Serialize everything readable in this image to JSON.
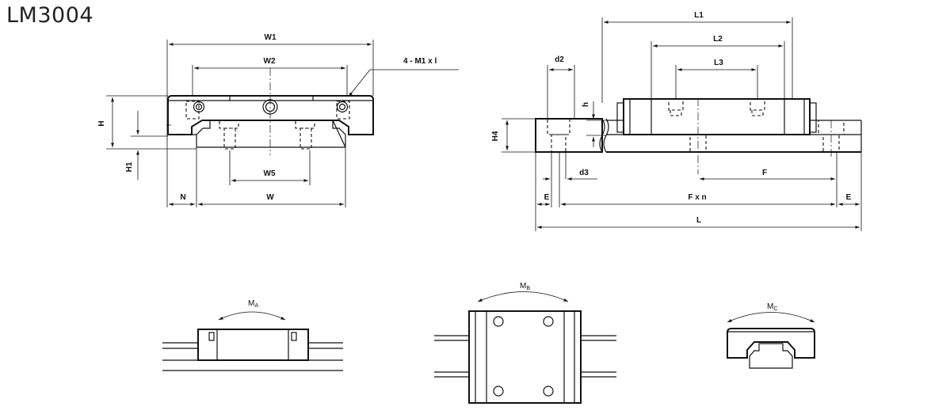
{
  "title": "LM3004",
  "front_view": {
    "dims": {
      "w1": "W1",
      "w2": "W2",
      "bolt": "4 - M1 x l",
      "h": "H",
      "h1": "H1",
      "w5": "W5",
      "n": "N",
      "w": "W"
    }
  },
  "side_view": {
    "dims": {
      "l1": "L1",
      "l2": "L2",
      "l3": "L3",
      "d2": "d2",
      "h": "h",
      "h4": "H4",
      "d3": "d3",
      "f": "F",
      "e_left": "E",
      "fxn": "F x n",
      "e_right": "E",
      "l": "L"
    }
  },
  "moments": {
    "ma": {
      "main": "M",
      "sub": "A"
    },
    "mb": {
      "main": "M",
      "sub": "B"
    },
    "mc": {
      "main": "M",
      "sub": "C"
    }
  }
}
